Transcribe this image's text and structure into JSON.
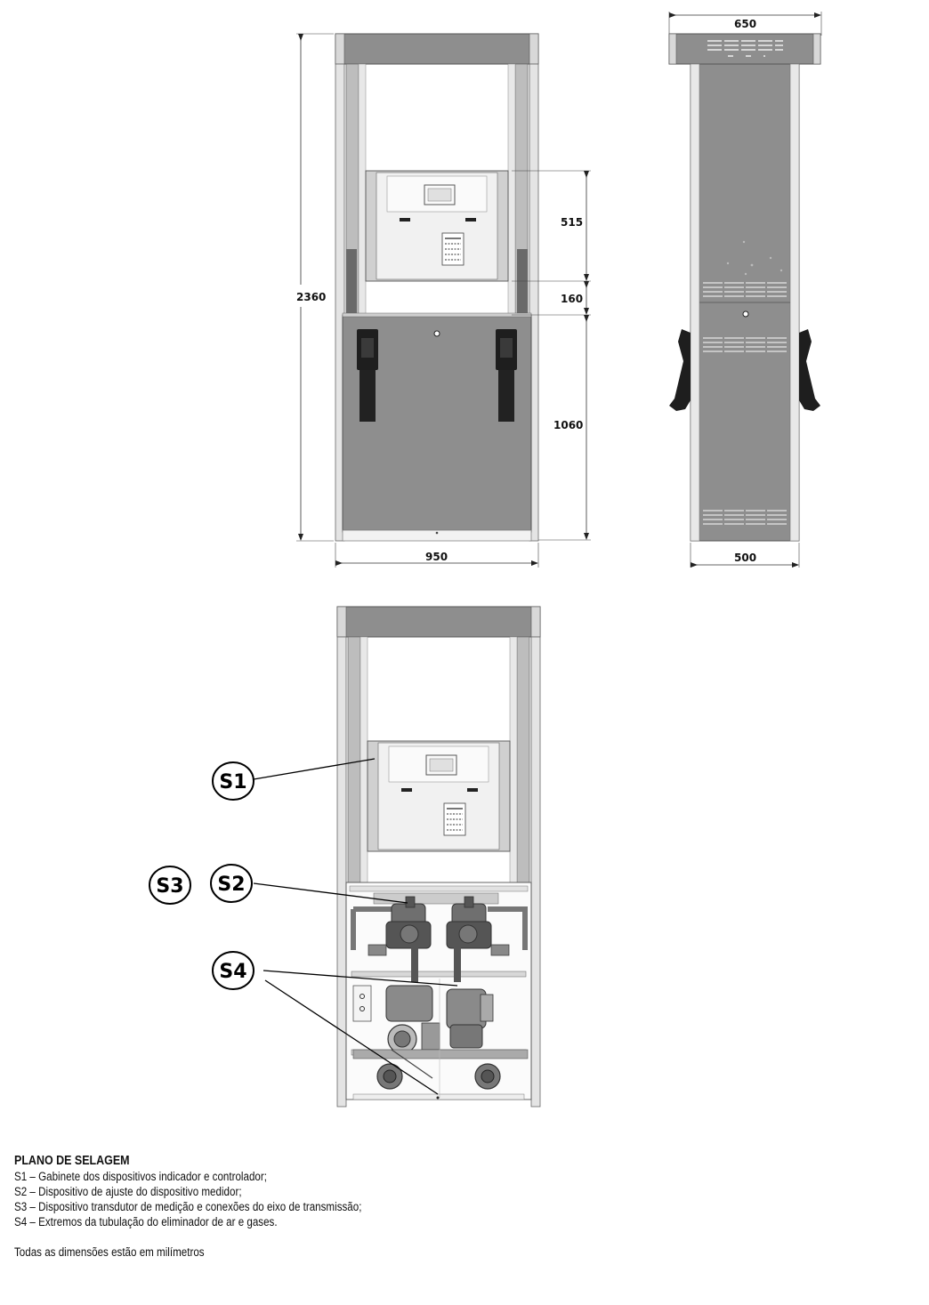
{
  "front_view": {
    "dims": {
      "height_total": "2360",
      "display_box": "515",
      "gap": "160",
      "lower_cabinet": "1060",
      "width": "950"
    }
  },
  "side_view": {
    "dims": {
      "top_width": "650",
      "base_width": "500"
    }
  },
  "seal_view": {
    "callouts": {
      "s1": "S1",
      "s2": "S2",
      "s3": "S3",
      "s4": "S4"
    }
  },
  "legend": {
    "title": "PLANO DE SELAGEM",
    "items": [
      "S1 – Gabinete dos dispositivos indicador e controlador;",
      "S2 – Dispositivo de ajuste do dispositivo medidor;",
      "S3 – Dispositivo transdutor de medição e conexões do eixo de transmissão;",
      "S4 – Extremos da tubulação do eliminador de ar e gases."
    ],
    "note": "Todas as dimensões estão em milímetros"
  },
  "colors": {
    "panel_gray": "#8e8e8e",
    "frame_light": "#e4e4e4",
    "frame_mid": "#bdbdbd",
    "nozzle_dark": "#1e1e1e"
  }
}
